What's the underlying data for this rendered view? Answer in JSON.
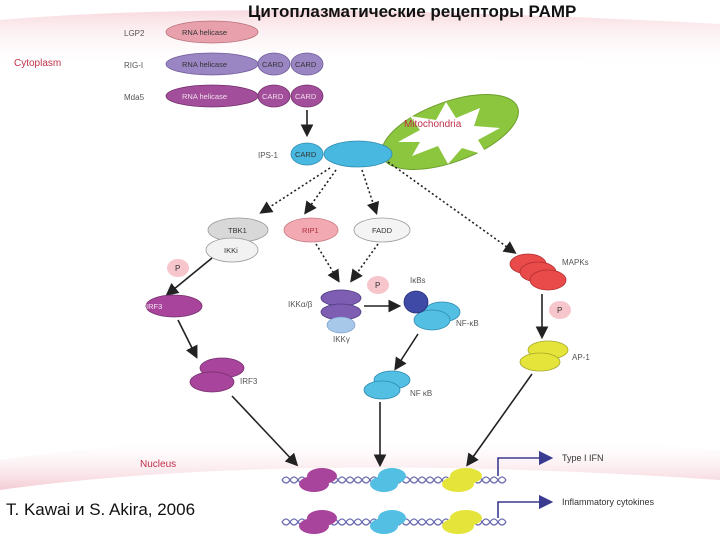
{
  "title": "Цитоплазматические рецепторы PAMP",
  "citation": "T. Kawai и S. Akira, 2006",
  "regions": {
    "cytoplasm": "Cytoplasm",
    "nucleus": "Nucleus",
    "mitochondria": "Mitochondria"
  },
  "receptors": [
    {
      "name": "LGP2",
      "domains": [
        "RNA helicase"
      ]
    },
    {
      "name": "RIG-I",
      "domains": [
        "RNA helicase",
        "CARD",
        "CARD"
      ]
    },
    {
      "name": "Mda5",
      "domains": [
        "RNA helicase",
        "CARD",
        "CARD"
      ]
    }
  ],
  "adaptor": {
    "name": "IPS-1",
    "domain": "CARD"
  },
  "kinases": {
    "tbk1": "TBK1",
    "ikki": "IKKi",
    "rip1": "RIP1",
    "fadd": "FADD",
    "mapks": "MAPKs"
  },
  "phospho": "P",
  "factors": {
    "irf3_cyto": "IRF3",
    "irf3_dimer": "IRF3",
    "ikk_ab": "IKKα/β",
    "ikk_g": "IKKγ",
    "ikb": "IκBs",
    "nfkb_cyto": "NF-κB",
    "nfkb_nuc": "NF κB",
    "ap1": "AP-1"
  },
  "outputs": [
    "Type I IFN",
    "Inflammatory cytokines"
  ],
  "colors": {
    "helicase": "#e8a0ac",
    "card_purple": "#9b86c4",
    "card_magenta": "#a34e9a",
    "ips1": "#48b8e0",
    "mito_green": "#8cc63f",
    "tbk1": "#d8d8d8",
    "rip1": "#f3a9b1",
    "p_badge": "#f7c6cc",
    "mapk": "#e94a4a",
    "irf3": "#a8449c",
    "ikk": "#7e5eb2",
    "ikb": "#3e4aa6",
    "nfkb": "#52bfe3",
    "ap1": "#e4e43a",
    "output_arrow": "#3a3a90"
  }
}
